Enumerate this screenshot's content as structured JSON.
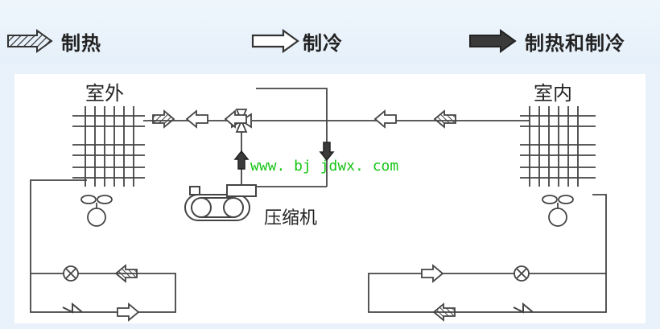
{
  "legend": {
    "heating": "制热",
    "cooling": "制冷",
    "both": "制热和制冷"
  },
  "diagram": {
    "outdoor_label": "室外",
    "indoor_label": "室内",
    "compressor_label": "压缩机",
    "watermark": "www. bj jdwx. com"
  }
}
